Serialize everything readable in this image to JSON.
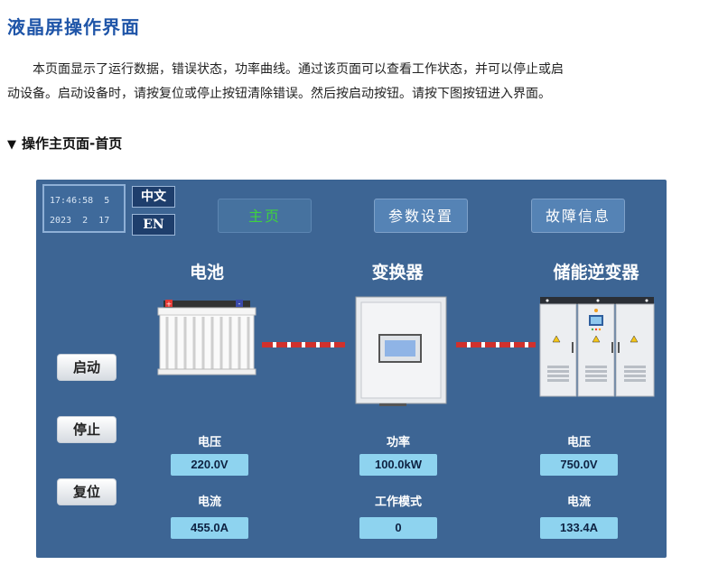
{
  "page": {
    "title": "液晶屏操作界面",
    "intro_line1": "本页面显示了运行数据，错误状态，功率曲线。通过该页面可以查看工作状态，并可以停止或启",
    "intro_line2": "动设备。启动设备时，请按复位或停止按钮清除错误。然后按启动按钮。请按下图按钮进入界面。",
    "subhead_marker": "▼",
    "subhead": "操作主页面-首页"
  },
  "hmi": {
    "clock": {
      "time": "17:46:58  5",
      "date": "2023  2  17"
    },
    "lang": {
      "zh": "中文",
      "en": "EN"
    },
    "nav": {
      "home": "主页",
      "params": "参数设置",
      "fault": "故障信息"
    },
    "sections": {
      "battery": "电池",
      "converter": "变换器",
      "inverter": "储能逆变器"
    },
    "buttons": {
      "start": "启动",
      "stop": "停止",
      "reset": "复位"
    },
    "battery": {
      "voltage_label": "电压",
      "voltage": "220.0V",
      "current_label": "电流",
      "current": "455.0A"
    },
    "converter": {
      "power_label": "功率",
      "power": "100.0kW",
      "mode_label": "工作模式",
      "mode": "0"
    },
    "inverter": {
      "voltage_label": "电压",
      "voltage": "750.0V",
      "current_label": "电流",
      "current": "133.4A"
    },
    "colors": {
      "panel_bg": "#3d6594",
      "value_box": "#8ed3ef",
      "link_dash": "#d0312d",
      "home_active": "#3fd23f"
    }
  }
}
